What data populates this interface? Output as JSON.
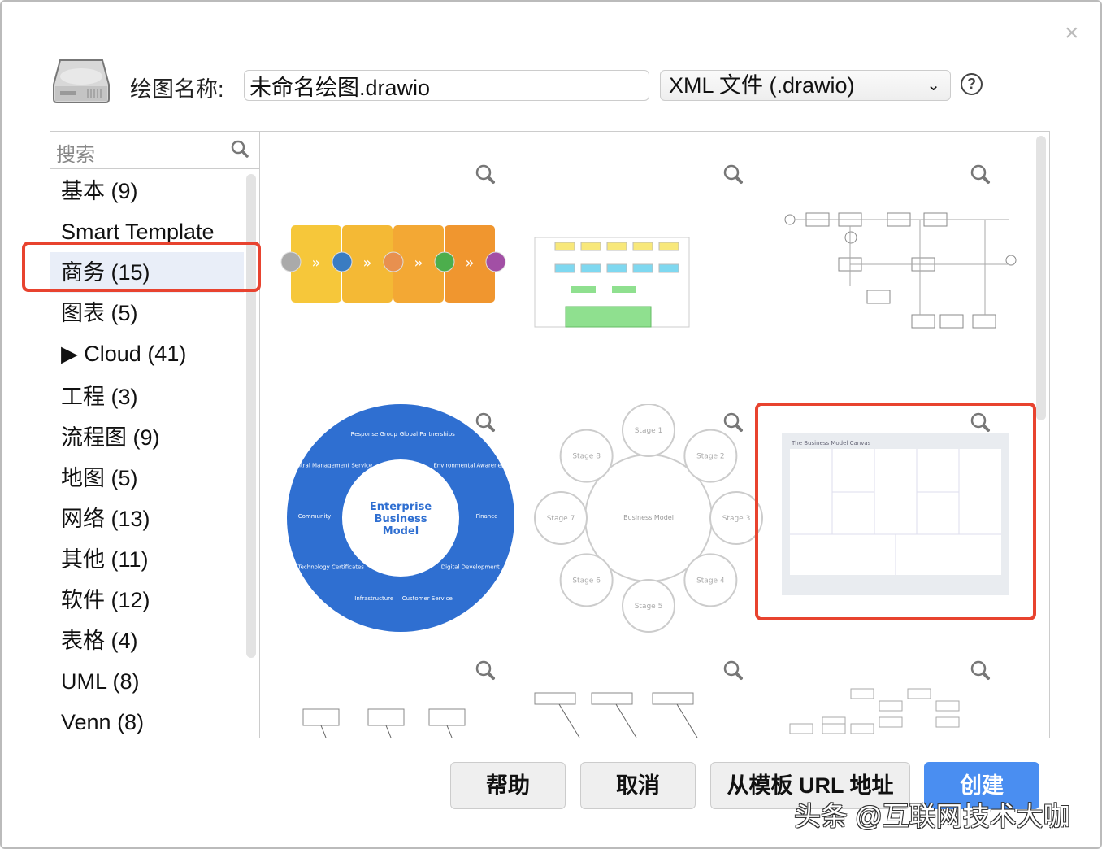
{
  "header": {
    "name_label": "绘图名称:",
    "name_value": "未命名绘图.drawio",
    "format_value": "XML 文件 (.drawio)",
    "help_icon": "?",
    "close_icon": "×"
  },
  "sidebar": {
    "search_placeholder": "搜索",
    "items": [
      {
        "label": "基本 (9)"
      },
      {
        "label": "Smart Template"
      },
      {
        "label": "商务 (15)",
        "selected": true
      },
      {
        "label": "图表 (5)"
      },
      {
        "label": "▶ Cloud (41)"
      },
      {
        "label": "工程 (3)"
      },
      {
        "label": "流程图 (9)"
      },
      {
        "label": "地图 (5)"
      },
      {
        "label": "网络 (13)"
      },
      {
        "label": "其他 (11)"
      },
      {
        "label": "软件 (12)"
      },
      {
        "label": "表格 (4)"
      },
      {
        "label": "UML (8)"
      },
      {
        "label": "Venn (8)"
      }
    ]
  },
  "templates": {
    "enterprise": {
      "title": "Enterprise Business Model",
      "segments": [
        "Global Partnerships",
        "Environmental Awareness",
        "Finance",
        "Digital Development",
        "Customer Service",
        "Infrastructure",
        "Technology Certificates",
        "Community",
        "Central Management Service",
        "Response Group"
      ]
    },
    "stages": {
      "center": "Business Model",
      "stages": [
        "Stage 1",
        "Stage 2",
        "Stage 3",
        "Stage 4",
        "Stage 5",
        "Stage 6",
        "Stage 7",
        "Stage 8"
      ]
    },
    "canvas": {
      "title": "The Business Model Canvas"
    }
  },
  "buttons": {
    "help": "帮助",
    "cancel": "取消",
    "from_url": "从模板 URL 地址",
    "create": "创建"
  },
  "colors": {
    "accent": "#4a8ef1",
    "highlight": "#e8432f",
    "enterprise_blue": "#2f6fd1"
  },
  "watermark": "头条 @互联网技术大咖"
}
